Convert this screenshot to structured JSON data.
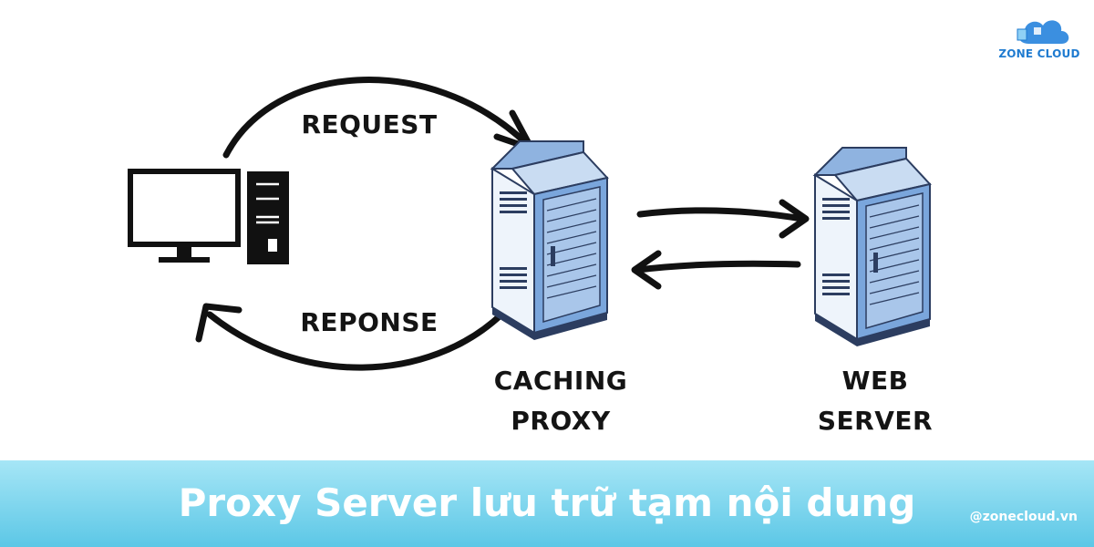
{
  "labels": {
    "request": "REQUEST",
    "response": "REPONSE",
    "caching_proxy_line1": "CACHING",
    "caching_proxy_line2": "PROXY",
    "web_server_line1": "WEB",
    "web_server_line2": "SERVER"
  },
  "brand": {
    "logo_text": "ZONE CLOUD",
    "handle": "@zonecloud.vn",
    "accent_color": "#1f7bd0"
  },
  "banner": {
    "title": "Proxy Server lưu trữ tạm nội dung",
    "color": "#5cc7e6"
  },
  "icons": [
    "computer-icon",
    "server-rack-icon",
    "arrow-icon",
    "cloud-logo-icon"
  ]
}
